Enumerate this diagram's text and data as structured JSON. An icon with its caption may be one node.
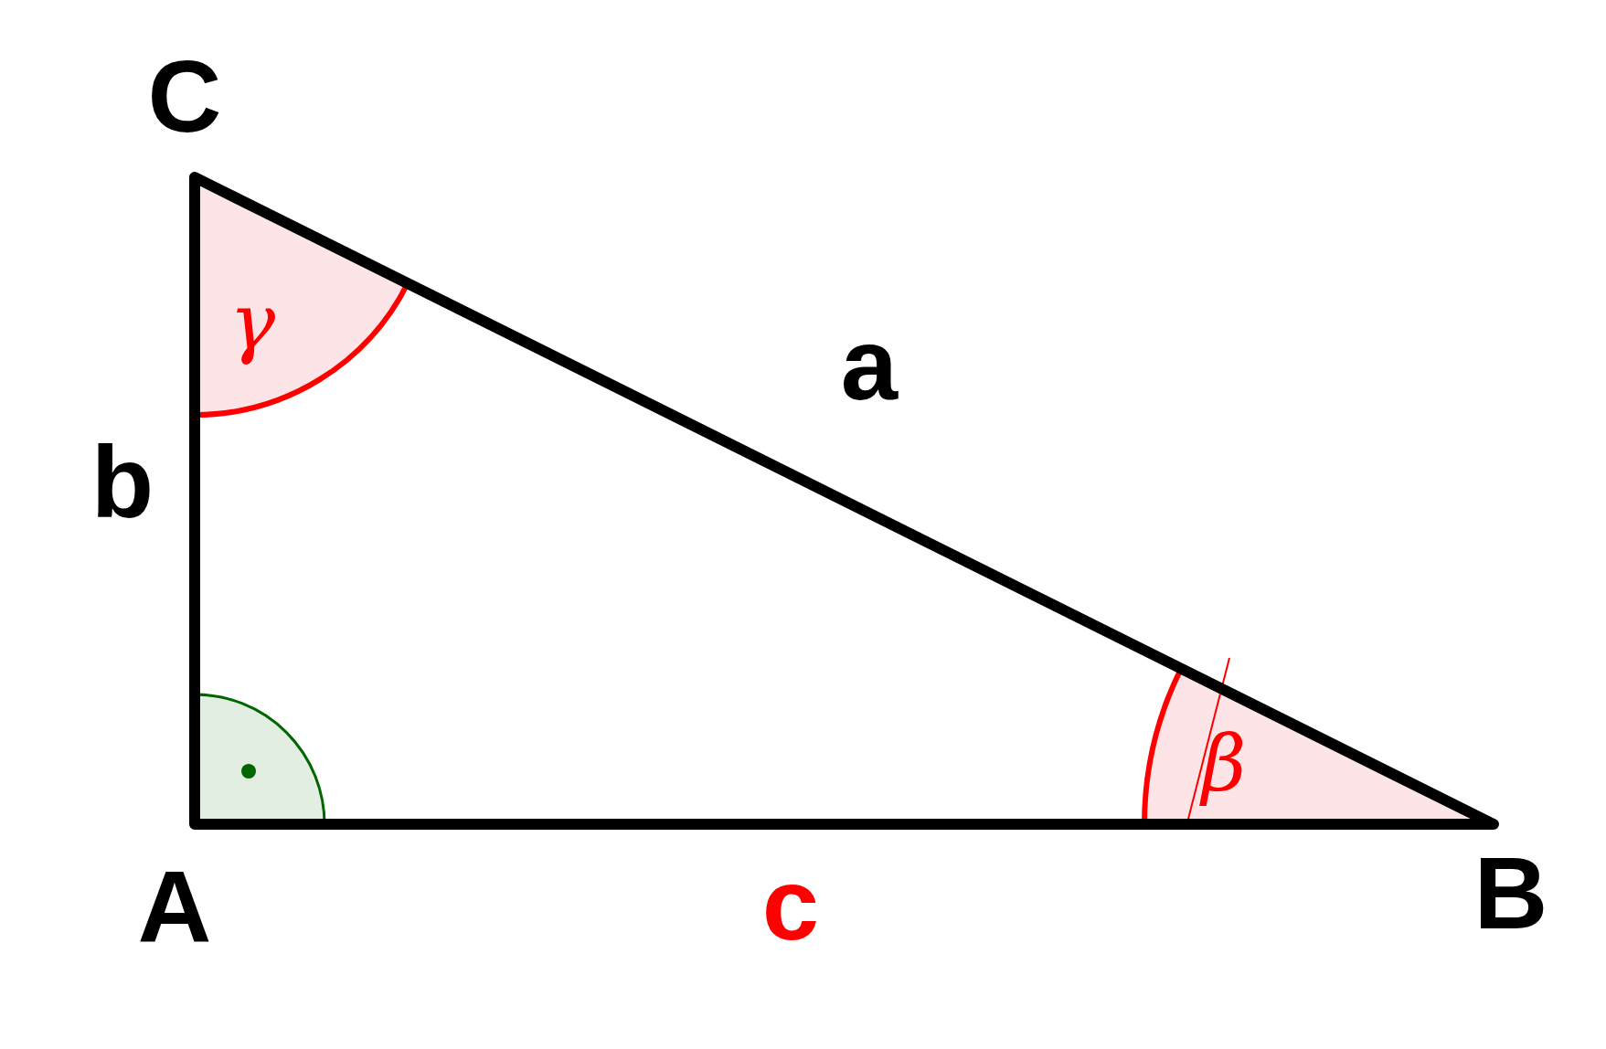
{
  "diagram": {
    "labels": [
      "C",
      "γ",
      "a",
      "b",
      "β",
      "A",
      "c",
      "B"
    ]
  }
}
